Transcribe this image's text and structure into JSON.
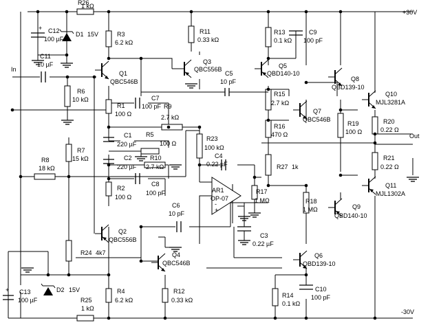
{
  "supplies": {
    "pos": "+30V",
    "neg": "-30V"
  },
  "io": {
    "in": "In",
    "out": "Out"
  },
  "resistors": {
    "R26": {
      "name": "R26",
      "value": "1 kΩ"
    },
    "R3": {
      "name": "R3",
      "value": "6.2 kΩ"
    },
    "R11": {
      "name": "R11",
      "value": "0.33 kΩ"
    },
    "R13": {
      "name": "R13",
      "value": "0.1 kΩ"
    },
    "R6": {
      "name": "R6",
      "value": "10 kΩ"
    },
    "R1": {
      "name": "R1",
      "value": "100 Ω"
    },
    "R9": {
      "name": "R9",
      "value": "2.7 kΩ"
    },
    "R15": {
      "name": "R15",
      "value": "2.7 kΩ"
    },
    "R16": {
      "name": "R16",
      "value": "470 Ω"
    },
    "R19": {
      "name": "R19",
      "value": "100 Ω"
    },
    "R20": {
      "name": "R20",
      "value": "0.22 Ω"
    },
    "R21": {
      "name": "R21",
      "value": "0.22 Ω"
    },
    "R5": {
      "name": "R5",
      "value": "100 Ω"
    },
    "R10": {
      "name": "R10",
      "value": "2.7 kΩ"
    },
    "R23": {
      "name": "R23",
      "value": "100 kΩ"
    },
    "R7": {
      "name": "R7",
      "value": "15 kΩ"
    },
    "R8": {
      "name": "R8",
      "value": "18 kΩ"
    },
    "R27": {
      "name": "R27",
      "value": "1k"
    },
    "R2": {
      "name": "R2",
      "value": "100 Ω"
    },
    "R17": {
      "name": "R17",
      "value": "1 MΩ"
    },
    "R18": {
      "name": "R18",
      "value": "1 MΩ"
    },
    "R24": {
      "name": "R24",
      "value": "4k7"
    },
    "R4": {
      "name": "R4",
      "value": "6.2 kΩ"
    },
    "R12": {
      "name": "R12",
      "value": "0.33 kΩ"
    },
    "R14": {
      "name": "R14",
      "value": "0.1 kΩ"
    },
    "R25": {
      "name": "R25",
      "value": "1 kΩ"
    }
  },
  "capacitors": {
    "C12": {
      "name": "C12",
      "value": "100 µF"
    },
    "C11": {
      "name": "C11",
      "value": "10 µF"
    },
    "C9": {
      "name": "C9",
      "value": "100 pF"
    },
    "C5": {
      "name": "C5",
      "value": "10 pF"
    },
    "C7": {
      "name": "C7",
      "value": "100 pF"
    },
    "C1": {
      "name": "C1",
      "value": "220 µF"
    },
    "C2": {
      "name": "C2",
      "value": "220 µF"
    },
    "C4": {
      "name": "C4",
      "value": "0.22 µF"
    },
    "C8": {
      "name": "C8",
      "value": "100 pF"
    },
    "C6": {
      "name": "C6",
      "value": "10 pF"
    },
    "C3": {
      "name": "C3",
      "value": "0.22 µF"
    },
    "C10": {
      "name": "C10",
      "value": "100 pF"
    },
    "C13": {
      "name": "C13",
      "value": "100 µF"
    }
  },
  "diodes": {
    "D1": {
      "name": "D1",
      "value": "15V"
    },
    "D2": {
      "name": "D2",
      "value": "15V"
    }
  },
  "transistors": {
    "Q1": {
      "name": "Q1",
      "part": "QBC546B"
    },
    "Q2": {
      "name": "Q2",
      "part": "QBC556B"
    },
    "Q3": {
      "name": "Q3",
      "part": "QBC556B"
    },
    "Q4": {
      "name": "Q4",
      "part": "QBC546B"
    },
    "Q5": {
      "name": "Q5",
      "part": "QBD140-10"
    },
    "Q6": {
      "name": "Q6",
      "part": "QBD139-10"
    },
    "Q7": {
      "name": "Q7",
      "part": "QBC546B"
    },
    "Q8": {
      "name": "Q8",
      "part": "QBD139-10"
    },
    "Q9": {
      "name": "Q9",
      "part": "QBD140-10"
    },
    "Q10": {
      "name": "Q10",
      "part": "MJL3281A"
    },
    "Q11": {
      "name": "Q11",
      "part": "MJL1302A"
    }
  },
  "opamp": {
    "name": "AR1",
    "part": "OP-07",
    "minus": "-",
    "plus": "+"
  },
  "polarity": {
    "plus": "+"
  }
}
